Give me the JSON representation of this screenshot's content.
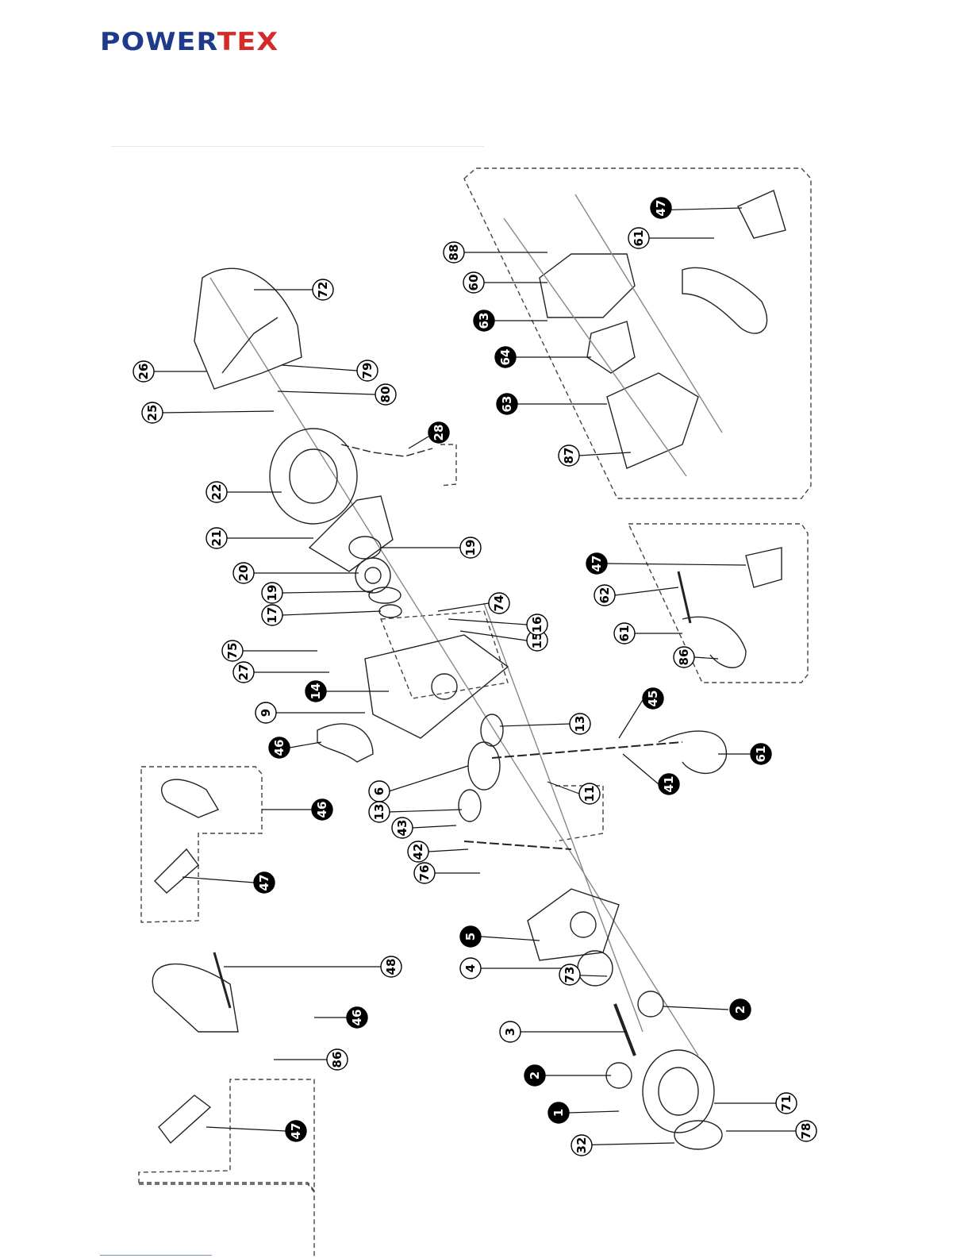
{
  "header": {
    "brand_part1": "POWER",
    "brand_part2": "TEX",
    "brand_color_primary": "#1f3a8a",
    "brand_color_accent": "#d42a2a"
  },
  "callouts": [
    {
      "label": "1",
      "filled": true
    },
    {
      "label": "2",
      "filled": true
    },
    {
      "label": "2",
      "filled": true
    },
    {
      "label": "3",
      "filled": false
    },
    {
      "label": "4",
      "filled": false
    },
    {
      "label": "5",
      "filled": true
    },
    {
      "label": "6",
      "filled": false
    },
    {
      "label": "9",
      "filled": false
    },
    {
      "label": "11",
      "filled": false
    },
    {
      "label": "13",
      "filled": false
    },
    {
      "label": "13",
      "filled": false
    },
    {
      "label": "14",
      "filled": true
    },
    {
      "label": "15",
      "filled": false
    },
    {
      "label": "16",
      "filled": false
    },
    {
      "label": "17",
      "filled": false
    },
    {
      "label": "19",
      "filled": false
    },
    {
      "label": "19",
      "filled": false
    },
    {
      "label": "20",
      "filled": false
    },
    {
      "label": "21",
      "filled": false
    },
    {
      "label": "22",
      "filled": false
    },
    {
      "label": "25",
      "filled": false
    },
    {
      "label": "26",
      "filled": false
    },
    {
      "label": "27",
      "filled": false
    },
    {
      "label": "28",
      "filled": true
    },
    {
      "label": "32",
      "filled": false
    },
    {
      "label": "41",
      "filled": true
    },
    {
      "label": "42",
      "filled": false
    },
    {
      "label": "43",
      "filled": false
    },
    {
      "label": "45",
      "filled": true
    },
    {
      "label": "46",
      "filled": true
    },
    {
      "label": "46",
      "filled": true
    },
    {
      "label": "46",
      "filled": true
    },
    {
      "label": "47",
      "filled": true
    },
    {
      "label": "47",
      "filled": true
    },
    {
      "label": "47",
      "filled": true
    },
    {
      "label": "47",
      "filled": true
    },
    {
      "label": "48",
      "filled": false
    },
    {
      "label": "60",
      "filled": false
    },
    {
      "label": "61",
      "filled": true
    },
    {
      "label": "61",
      "filled": false
    },
    {
      "label": "61",
      "filled": false
    },
    {
      "label": "62",
      "filled": false
    },
    {
      "label": "63",
      "filled": true
    },
    {
      "label": "63",
      "filled": true
    },
    {
      "label": "64",
      "filled": true
    },
    {
      "label": "71",
      "filled": false
    },
    {
      "label": "72",
      "filled": false
    },
    {
      "label": "73",
      "filled": false
    },
    {
      "label": "74",
      "filled": false
    },
    {
      "label": "75",
      "filled": false
    },
    {
      "label": "76",
      "filled": false
    },
    {
      "label": "78",
      "filled": false
    },
    {
      "label": "79",
      "filled": false
    },
    {
      "label": "80",
      "filled": false
    },
    {
      "label": "86",
      "filled": false
    },
    {
      "label": "86",
      "filled": false
    },
    {
      "label": "87",
      "filled": false
    },
    {
      "label": "88",
      "filled": false
    }
  ]
}
